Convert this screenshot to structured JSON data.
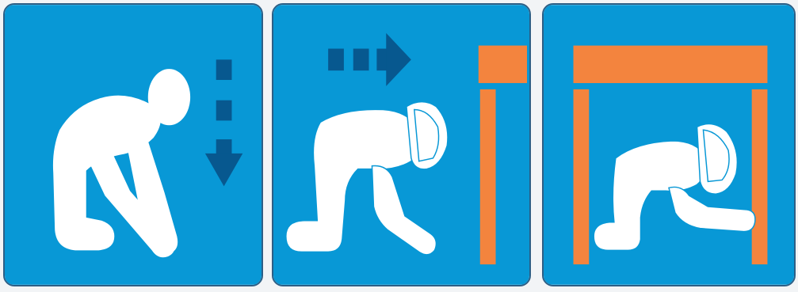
{
  "illustration": {
    "steps": [
      {
        "id": "drop",
        "action": "drop",
        "icon": "arrow-down-icon"
      },
      {
        "id": "cover",
        "action": "cover",
        "icon": "arrow-right-icon"
      },
      {
        "id": "hold",
        "action": "hold on",
        "icon": "table-icon"
      }
    ],
    "colors": {
      "panel_bg": "#0898d6",
      "panel_border": "#2c5f86",
      "arrow": "#07588f",
      "table": "#f3843e",
      "figure": "#ffffff"
    }
  }
}
